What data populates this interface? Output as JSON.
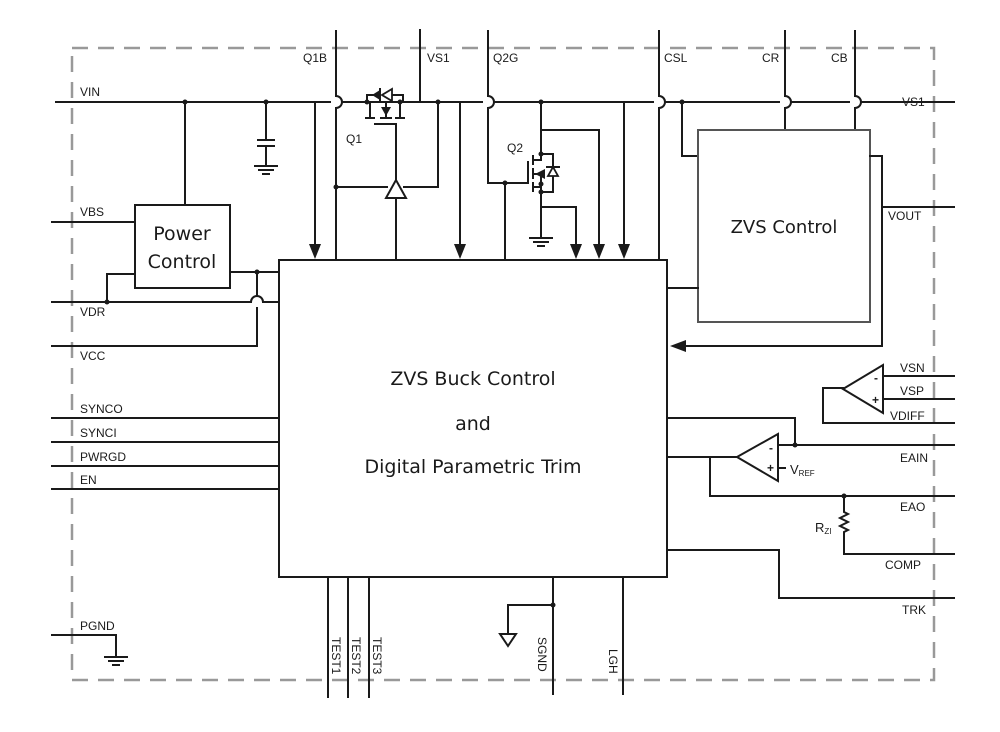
{
  "diagram": {
    "title": "ZVS Buck Regulator Block Diagram",
    "colors": {
      "wire": "#1a1a1a",
      "border": "#999999",
      "zvs_box": "#555555"
    },
    "blocks": {
      "main": {
        "line1": "ZVS Buck Control",
        "line2": "and",
        "line3": "Digital Parametric Trim"
      },
      "zvs": {
        "label": "ZVS Control"
      },
      "power": {
        "line1": "Power",
        "line2": "Control"
      }
    },
    "pins": {
      "top": {
        "q1b": "Q1B",
        "vs1": "VS1",
        "q2g": "Q2G",
        "csl": "CSL",
        "cr": "CR",
        "cb": "CB"
      },
      "left": {
        "vin": "VIN",
        "vbs": "VBS",
        "vdr": "VDR",
        "vcc": "VCC",
        "synco": "SYNCO",
        "synci": "SYNCI",
        "pwrgd": "PWRGD",
        "en": "EN",
        "pgnd": "PGND"
      },
      "right": {
        "vs1": "VS1",
        "vout": "VOUT",
        "vsn": "VSN",
        "vsp": "VSP",
        "vdiff": "VDIFF",
        "eain": "EAIN",
        "eao": "EAO",
        "comp": "COMP",
        "trk": "TRK"
      },
      "bottom": {
        "test1": "TEST1",
        "test2": "TEST2",
        "test3": "TEST3",
        "sgnd": "SGND",
        "lgh": "LGH"
      }
    },
    "components": {
      "q1": "Q1",
      "q2": "Q2",
      "vref_main": "V",
      "vref_sub": "REF",
      "rzi_main": "R",
      "rzi_sub": "ZI",
      "minus": "-",
      "plus": "+"
    }
  }
}
